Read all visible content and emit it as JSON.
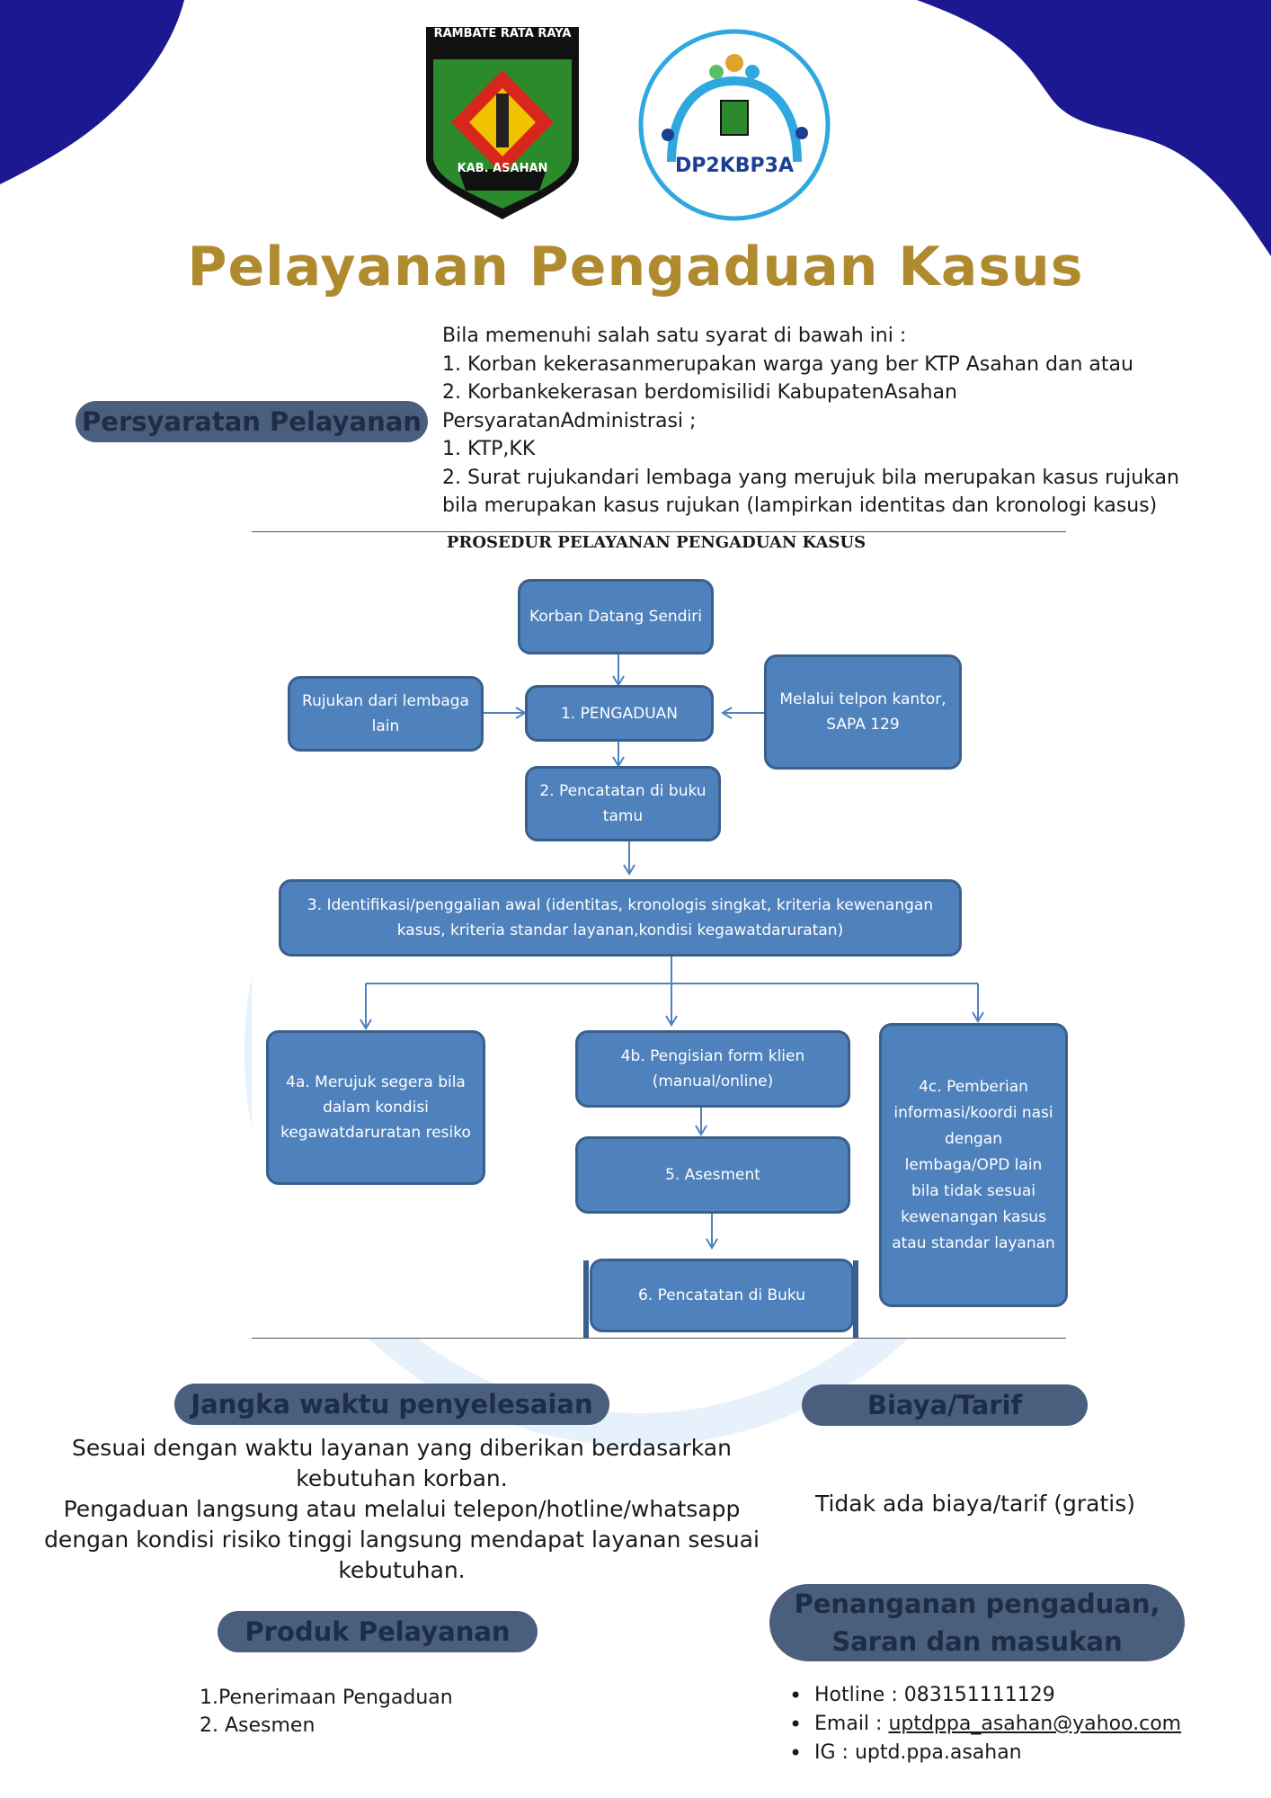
{
  "logos": {
    "kab_asahan_top": "RAMBATE RATA RAYA",
    "kab_asahan_bottom": "KAB. ASAHAN",
    "dinas": "DP2KBP3A"
  },
  "title": "Pelayanan Pengaduan Kasus",
  "persyaratan": {
    "label": "Persyaratan Pelayanan",
    "lines": [
      "Bila memenuhi salah satu syarat di bawah ini :",
      "1.    Korban kekerasanmerupakan warga yang ber KTP Asahan dan atau",
      "2.    Korbankekerasan berdomisilidi KabupatenAsahan",
      "PersyaratanAdministrasi ;",
      "1.     KTP,KK",
      "2. Surat rujukandari lembaga yang merujuk bila merupakan kasus rujukan",
      "bila merupakan kasus rujukan (lampirkan identitas dan kronologi kasus)"
    ]
  },
  "prosedur": {
    "title": "PROSEDUR PELAYANAN PENGADUAN KASUS",
    "boxes": {
      "korban_datang": "Korban Datang Sendiri",
      "rujukan": "Rujukan dari lembaga lain",
      "pengaduan": "1.  PENGADUAN",
      "telpon": "Melalui   telpon kantor, SAPA 129",
      "pencatatan_tamu": "2. Pencatatan di buku tamu",
      "identifikasi": "3. Identifikasi/penggalian awal (identitas, kronologis singkat, kriteria kewenangan kasus, kriteria standar layanan,kondisi kegawatdaruratan)",
      "merujuk": "4a. Merujuk segera bila dalam kondisi kegawatdaruratan resiko",
      "pengisian": "4b. Pengisian  form klien (manual/online)",
      "asesment": "5. Asesment",
      "pencatatan_buku": "6. Pencatatan di Buku",
      "pemberian": "4c. Pemberian informasi/koordi nasi dengan lembaga/OPD lain bila tidak sesuai kewenangan kasus atau standar layanan"
    }
  },
  "jangka": {
    "label": "Jangka waktu penyelesaian",
    "lines": [
      "Sesuai dengan waktu layanan yang diberikan berdasarkan",
      "kebutuhan korban.",
      "Pengaduan langsung atau melalui telepon/hotline/whatsapp",
      "dengan kondisi risiko tinggi langsung mendapat layanan sesuai",
      "kebutuhan."
    ]
  },
  "biaya": {
    "label": "Biaya/Tarif",
    "text": "Tidak ada biaya/tarif (gratis)"
  },
  "produk": {
    "label": "Produk Pelayanan",
    "items": [
      "1.Penerimaan Pengaduan",
      "2. Asesmen"
    ]
  },
  "penanganan": {
    "label_line1": "Penanganan pengaduan,",
    "label_line2": "Saran dan masukan",
    "hotline_label": "Hotline : ",
    "hotline": "083151111129",
    "email_label": "Email : ",
    "email": "uptdppa_asahan@yahoo.com",
    "ig_label": "IG : ",
    "ig": "uptd.ppa.asahan"
  },
  "colors": {
    "navy": "#1c1891",
    "gold": "#b08a2f",
    "pill": "#4a5f7d",
    "box": "#4f81bd"
  }
}
